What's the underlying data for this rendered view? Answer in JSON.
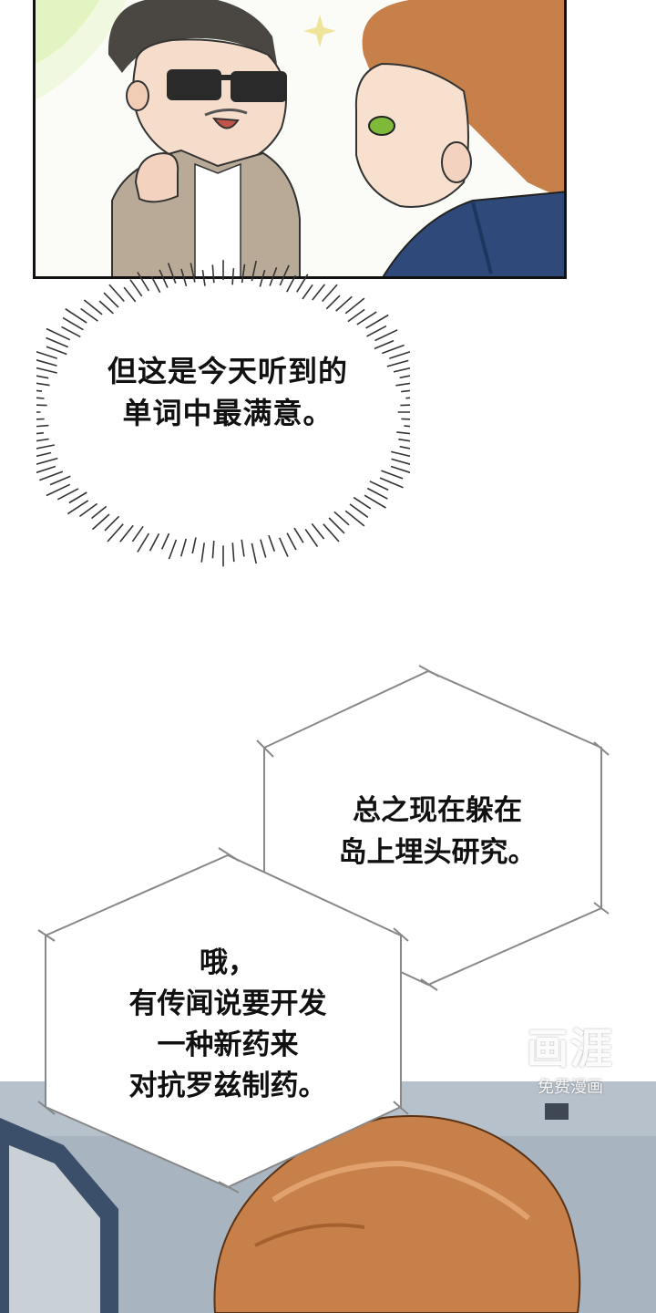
{
  "burst_bubble": {
    "lines": [
      "但这是今天听到的",
      "单词中最满意。"
    ]
  },
  "hex_bubble_upper": {
    "lines": [
      "总之现在躲在",
      "岛上埋头研究。"
    ]
  },
  "hex_bubble_lower": {
    "lines": [
      "哦，",
      "有传闻说要开发",
      "一种新药来",
      "对抗罗兹制药。"
    ]
  },
  "watermark": {
    "logo": "画涯",
    "subtitle": "免费漫画"
  },
  "colors": {
    "hair": "#c8804a",
    "jacket": "#b9aa98",
    "shirt_blue": "#2f4a7a",
    "bg_blue_gray": "#aab6c1"
  }
}
